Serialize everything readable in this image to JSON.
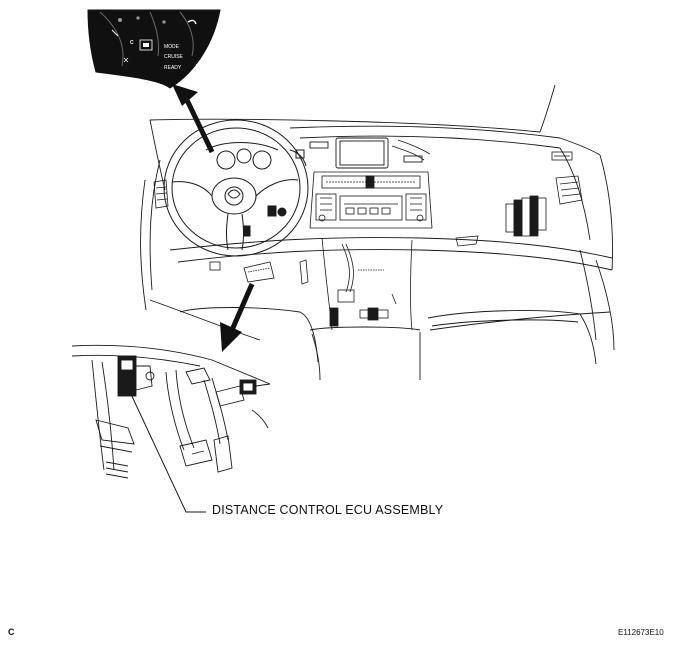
{
  "callout": {
    "label": "DISTANCE CONTROL ECU ASSEMBLY"
  },
  "footer": {
    "section_letter": "C",
    "illustration_id": "E112673E10"
  },
  "inset_indicators": [
    {
      "text": "C"
    },
    {
      "text": "MODE"
    },
    {
      "text": "CRUISE"
    },
    {
      "text": "READY"
    }
  ],
  "colors": {
    "line": "#1a1a1a",
    "inset_bg": "#101010",
    "background": "#ffffff"
  }
}
